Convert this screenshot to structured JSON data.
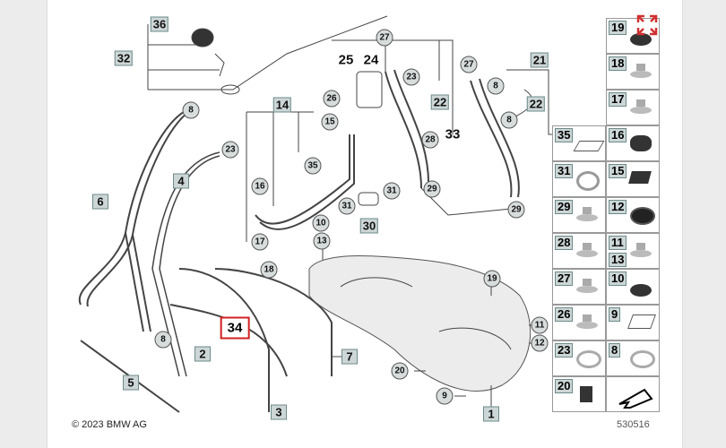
{
  "diagram": {
    "callouts_square": [
      "36",
      "32",
      "14",
      "22",
      "21",
      "22",
      "6",
      "4",
      "30",
      "7",
      "2",
      "5",
      "3",
      "1"
    ],
    "callouts_bold": [
      "25",
      "24",
      "33"
    ],
    "highlighted_callout": "34",
    "callouts_circle": [
      "8",
      "23",
      "15",
      "35",
      "16",
      "17",
      "10",
      "13",
      "27",
      "27",
      "23",
      "26",
      "8",
      "8",
      "28",
      "31",
      "31",
      "29",
      "29",
      "18",
      "19",
      "8",
      "11",
      "12",
      "20",
      "9"
    ]
  },
  "parts_grid": {
    "left": [
      {
        "num": "35",
        "icon": "bracket-plate"
      },
      {
        "num": "31",
        "icon": "hose-clamp"
      },
      {
        "num": "29",
        "icon": "collar-bolt"
      },
      {
        "num": "28",
        "icon": "collar-nut"
      },
      {
        "num": "27",
        "icon": "hex-nut"
      },
      {
        "num": "26",
        "icon": "collar-screw"
      },
      {
        "num": "23",
        "icon": "clamp"
      },
      {
        "num": "20",
        "icon": "clip-nut"
      }
    ],
    "right": [
      {
        "num": "19",
        "icon": "grommet"
      },
      {
        "num": "18",
        "icon": "bolt"
      },
      {
        "num": "17",
        "icon": "sleeve-nut"
      },
      {
        "num": "16",
        "icon": "rubber-mount"
      },
      {
        "num": "15",
        "icon": "rubber-holder"
      },
      {
        "num": "12",
        "icon": "oval-grommet"
      },
      {
        "num": "11",
        "num2": "13",
        "icon": "nut"
      },
      {
        "num": "10",
        "icon": "grommet"
      },
      {
        "num": "9",
        "icon": "pad"
      },
      {
        "num": "8",
        "icon": "clamp"
      },
      {
        "num": "",
        "icon": "direction-arrow"
      }
    ]
  },
  "footer": {
    "copyright": "© 2023 BMW AG",
    "diagram_id": "530516"
  },
  "colors": {
    "highlight": "#d02020",
    "callout_bg": "#cdd6d6"
  }
}
